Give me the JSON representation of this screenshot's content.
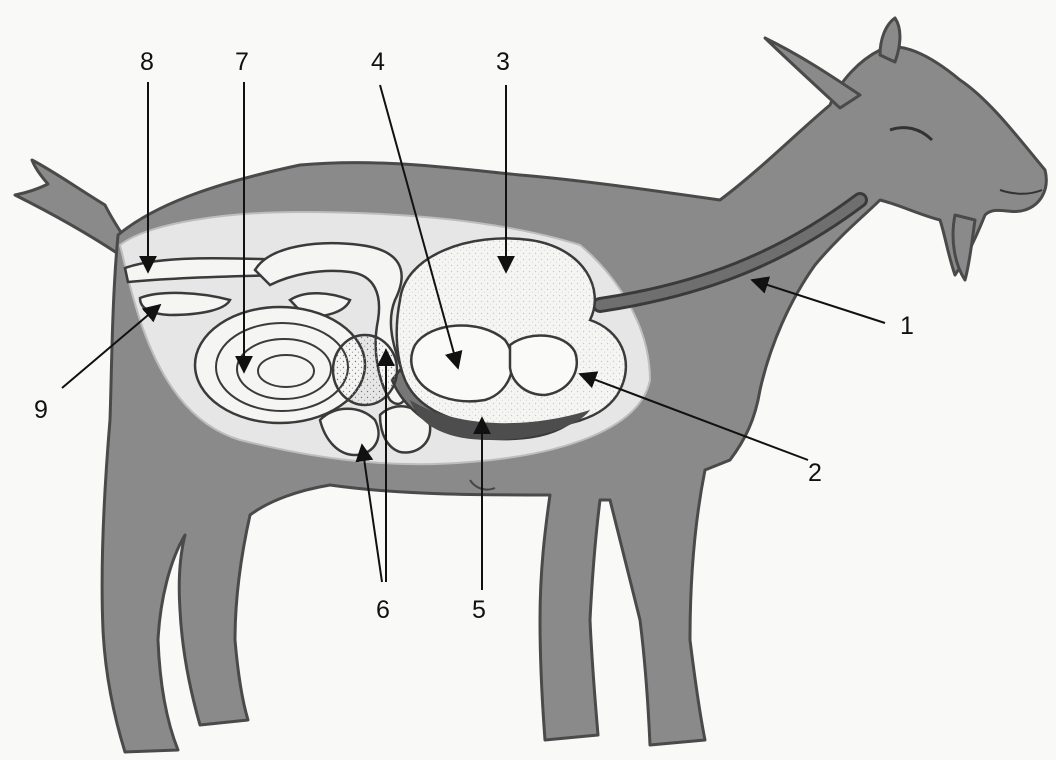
{
  "diagram": {
    "labels": [
      "1",
      "2",
      "3",
      "4",
      "5",
      "6",
      "7",
      "8",
      "9"
    ],
    "colors": {
      "body_fill": "#8a8a8a",
      "body_outline": "#4a4a4a",
      "cavity_halo": "#e6e6e6",
      "organ_fill": "#f5f5f3",
      "organ_outline": "#3a3a3a",
      "arrow": "#111111",
      "label_text": "#111111"
    }
  }
}
